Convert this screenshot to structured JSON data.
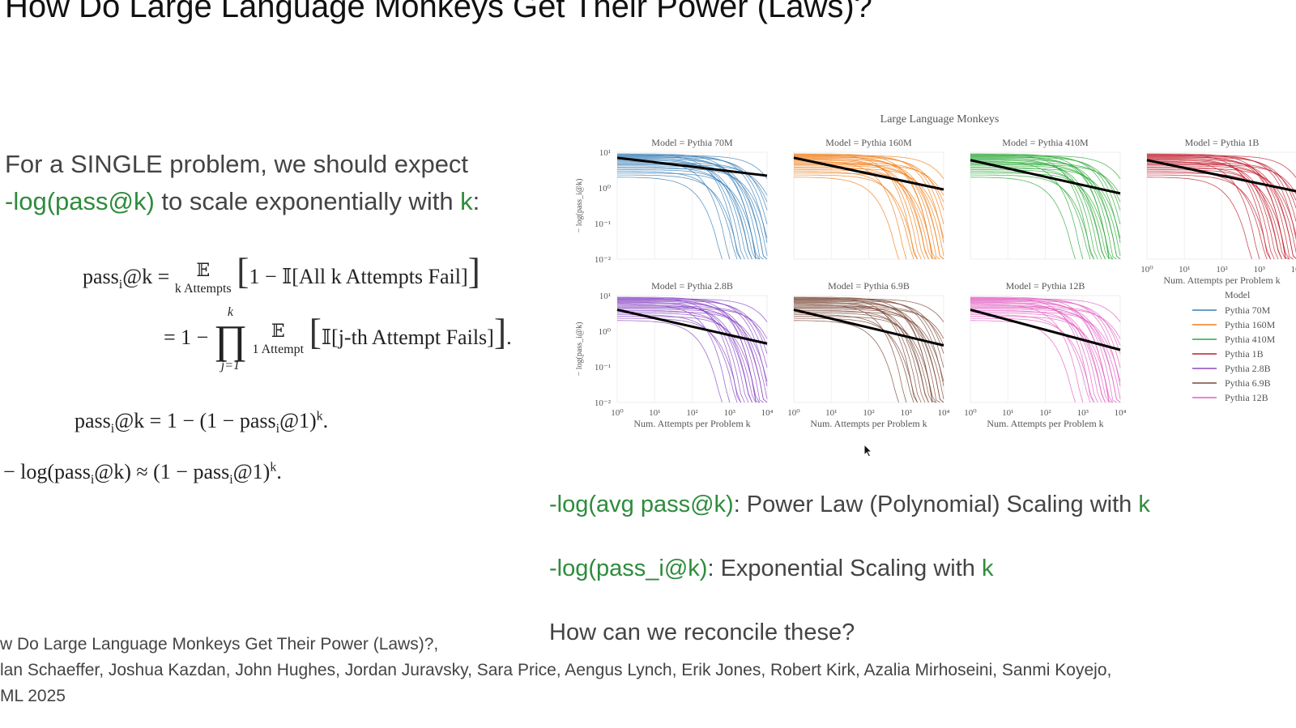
{
  "slide": {
    "title": "How Do Large Language Monkeys Get Their Power (Laws)?"
  },
  "intro": {
    "line1": "For a SINGLE problem, we should expect",
    "line2_green": "-log(pass@k)",
    "line2_rest": " to scale exponentially with ",
    "line2_k": "k",
    "line2_colon": ":"
  },
  "equations": {
    "eq1_lhs": "pass",
    "eq1_lhs_sub": "i",
    "eq1_lhs_tail": "@k =",
    "eq1_E": "𝔼",
    "eq1_E_sub": "k Attempts",
    "eq1_body": "1 − 𝕀[All k Attempts Fail]",
    "eq2_prefix": "= 1 −",
    "eq2_prod_top": "k",
    "eq2_prod_sym": "∏",
    "eq2_prod_bot": "j=1",
    "eq2_E": "𝔼",
    "eq2_E_sub": "1 Attempt",
    "eq2_body": "𝕀[j-th Attempt Fails]",
    "eq2_tail": ".",
    "eq3_lhs": "pass",
    "eq3_sub": "i",
    "eq3_mid": "@k = 1 − (1 − pass",
    "eq3_sub2": "i",
    "eq3_tail": "@1)",
    "eq3_exp": "k",
    "eq3_dot": ".",
    "eq4_start": "− log(pass",
    "eq4_sub": "i",
    "eq4_mid": "@k) ≈ (1 − pass",
    "eq4_sub2": "i",
    "eq4_tail": "@1)",
    "eq4_exp": "k",
    "eq4_dot": "."
  },
  "statements": {
    "s1_green": "-log(avg pass@k)",
    "s1_rest": ": Power Law (Polynomial) Scaling with ",
    "s1_k": "k",
    "s2_green": "-log(pass_i@k)",
    "s2_rest": ": Exponential Scaling with ",
    "s2_k": "k",
    "question": "How can we reconcile these?"
  },
  "citation": {
    "line1": "w Do Large Language Monkeys Get Their Power (Laws)?,",
    "line2": "lan Schaeffer, Joshua Kazdan, John Hughes, Jordan Juravsky, Sara Price, Aengus Lynch, Erik Jones, Robert Kirk, Azalia Mirhoseini, Sanmi Koyejo,",
    "line3": "ML 2025"
  },
  "chart_data": {
    "type": "line",
    "title": "Large Language Monkeys",
    "xlabel": "Num. Attempts per Problem k",
    "ylabel": "− log(pass_i@k)",
    "x_scale": "log",
    "y_scale": "log",
    "xlim": [
      1,
      10000
    ],
    "ylim": [
      0.01,
      10
    ],
    "x_tick_labels": [
      "10⁰",
      "10¹",
      "10²",
      "10³",
      "10⁴"
    ],
    "y_tick_labels": [
      "10¹",
      "10⁰",
      "10⁻¹",
      "10⁻²"
    ],
    "legend": {
      "title": "Model",
      "placement": "right",
      "entries": [
        {
          "name": "Pythia 70M",
          "color": "#3b7fb6"
        },
        {
          "name": "Pythia 160M",
          "color": "#f07f1a"
        },
        {
          "name": "Pythia 410M",
          "color": "#2eaa3a"
        },
        {
          "name": "Pythia 1B",
          "color": "#c21f30"
        },
        {
          "name": "Pythia 2.8B",
          "color": "#8a48c4"
        },
        {
          "name": "Pythia 6.9B",
          "color": "#7a4a3a"
        },
        {
          "name": "Pythia 12B",
          "color": "#e25fc2"
        }
      ]
    },
    "panels": [
      {
        "label": "Model = Pythia 70M",
        "color": "#3b7fb6",
        "fit_start": 7,
        "fit_end": 2.2,
        "curve_starts": [
          2,
          9
        ]
      },
      {
        "label": "Model = Pythia 160M",
        "color": "#f07f1a",
        "fit_start": 7,
        "fit_end": 0.9,
        "curve_starts": [
          2,
          9
        ]
      },
      {
        "label": "Model = Pythia 410M",
        "color": "#2eaa3a",
        "fit_start": 6,
        "fit_end": 0.7,
        "curve_starts": [
          2,
          9
        ]
      },
      {
        "label": "Model = Pythia 1B",
        "color": "#c21f30",
        "fit_start": 6,
        "fit_end": 0.8,
        "curve_starts": [
          2,
          9
        ]
      },
      {
        "label": "Model = Pythia 2.8B",
        "color": "#8a48c4",
        "fit_start": 4,
        "fit_end": 0.45,
        "curve_starts": [
          2,
          9
        ]
      },
      {
        "label": "Model = Pythia 6.9B",
        "color": "#7a4a3a",
        "fit_start": 4,
        "fit_end": 0.4,
        "curve_starts": [
          2,
          9
        ]
      },
      {
        "label": "Model = Pythia 12B",
        "color": "#e25fc2",
        "fit_start": 4,
        "fit_end": 0.3,
        "curve_starts": [
          2,
          9
        ]
      }
    ]
  },
  "colors": {
    "green": "#2e8b3c",
    "text": "#444444"
  }
}
